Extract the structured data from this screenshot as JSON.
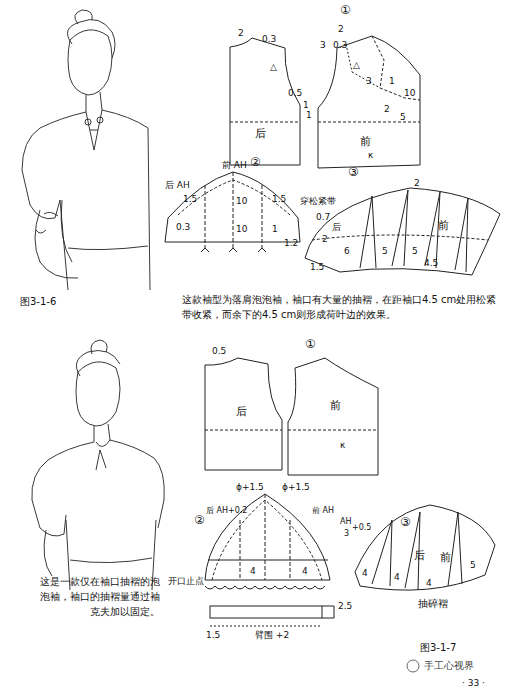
{
  "diagram": {
    "labels": [
      "①",
      "2",
      "0.3",
      "0.5",
      "1",
      "后",
      "2",
      "3",
      "0.3",
      "△",
      "△",
      "3",
      "1",
      "10",
      "2",
      "5",
      "1",
      "前",
      "κ",
      "②",
      "后 AH",
      "前 AH",
      "1.5",
      "1.5",
      "0.3",
      "10",
      "10",
      "1",
      "1.2",
      "③",
      "2",
      "穿松紧带",
      "0.7",
      "后",
      "2",
      "6",
      "1.5",
      "5",
      "5",
      "4.5",
      "前",
      "图3-1-6",
      "这款袖型为落肩泡泡袖，袖口有大量的抽褶，在距袖口4.5 cm处用松紧带收紧，而余下的4.5 cm则形成荷叶边的效果。",
      "0.5",
      "①",
      "后",
      "前",
      "κ",
      "②",
      "ϕ+1.5",
      "ϕ+1.5",
      "后 AH+0.2",
      "前 AH",
      "AH",
      "3",
      "+0.5",
      "开口止点",
      "4",
      "4",
      "2.5",
      "1.5",
      "臂围 +2",
      "③",
      "后",
      "前",
      "4",
      "4",
      "4",
      "5",
      "抽碎褶",
      "这是一款仅在袖口抽褶的泡泡袖，袖口的抽褶量通过袖克夫加以固定。",
      "图3-1-7",
      "手工心视界",
      "· 33 ·"
    ]
  }
}
